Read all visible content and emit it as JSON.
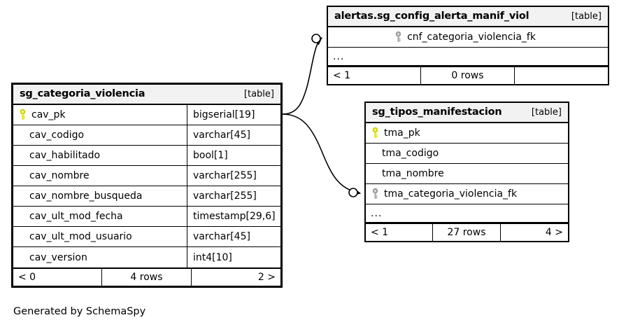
{
  "diagram": {
    "caption": "Generated by SchemaSpy",
    "table_tag": "[table]",
    "ellipsis": "...",
    "colors": {
      "primary_key": "#e3e300",
      "foreign_key": "#a8a8a8",
      "header_background": "#f2f2f2",
      "border": "#000000",
      "background": "#ffffff"
    }
  },
  "tables": {
    "sg_categoria_violencia": {
      "title": "sg_categoria_violencia",
      "tag": "[table]",
      "columns": [
        {
          "name": "cav_pk",
          "type": "bigserial[19]",
          "key": "primary"
        },
        {
          "name": "cav_codigo",
          "type": "varchar[45]",
          "key": "none"
        },
        {
          "name": "cav_habilitado",
          "type": "bool[1]",
          "key": "none"
        },
        {
          "name": "cav_nombre",
          "type": "varchar[255]",
          "key": "none"
        },
        {
          "name": "cav_nombre_busqueda",
          "type": "varchar[255]",
          "key": "none"
        },
        {
          "name": "cav_ult_mod_fecha",
          "type": "timestamp[29,6]",
          "key": "none"
        },
        {
          "name": "cav_ult_mod_usuario",
          "type": "varchar[45]",
          "key": "none"
        },
        {
          "name": "cav_version",
          "type": "int4[10]",
          "key": "none"
        }
      ],
      "footer": {
        "prev": "< 0",
        "rows": "4 rows",
        "next": "2 >"
      }
    },
    "alertas_sg_config_alerta_manif_viol": {
      "title": "alertas.sg_config_alerta_manif_viol",
      "tag": "[table]",
      "columns": [
        {
          "name": "cnf_categoria_violencia_fk",
          "type": "",
          "key": "foreign"
        }
      ],
      "ellipsis": "...",
      "footer": {
        "prev": "< 1",
        "rows": "0 rows",
        "next": ""
      }
    },
    "sg_tipos_manifestacion": {
      "title": "sg_tipos_manifestacion",
      "tag": "[table]",
      "columns": [
        {
          "name": "tma_pk",
          "type": "",
          "key": "primary"
        },
        {
          "name": "tma_codigo",
          "type": "",
          "key": "none"
        },
        {
          "name": "tma_nombre",
          "type": "",
          "key": "none"
        },
        {
          "name": "tma_categoria_violencia_fk",
          "type": "",
          "key": "foreign"
        }
      ],
      "ellipsis": "...",
      "footer": {
        "prev": "< 1",
        "rows": "27 rows",
        "next": "4 >"
      }
    }
  },
  "relationships": [
    {
      "from_table": "sg_categoria_violencia",
      "from_column": "cav_pk",
      "to_table": "alertas.sg_config_alerta_manif_viol",
      "to_column": "cnf_categoria_violencia_fk",
      "cardinality": "zero-or-more"
    },
    {
      "from_table": "sg_categoria_violencia",
      "from_column": "cav_pk",
      "to_table": "sg_tipos_manifestacion",
      "to_column": "tma_categoria_violencia_fk",
      "cardinality": "zero-or-more"
    }
  ]
}
